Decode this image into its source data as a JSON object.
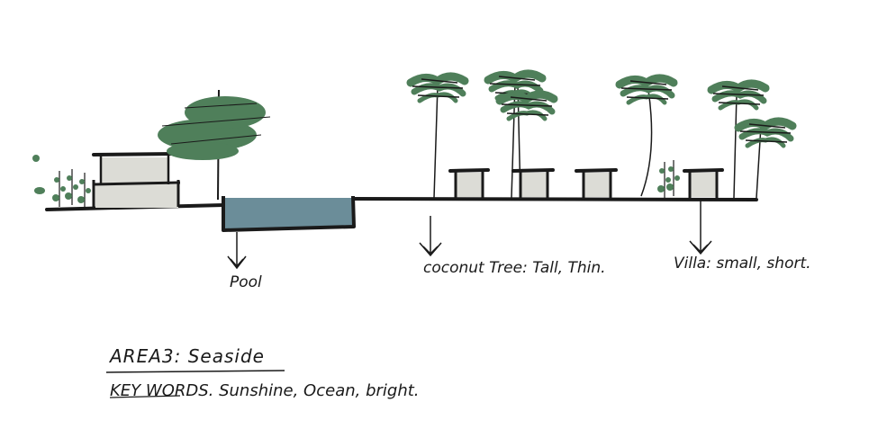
{
  "labels": {
    "pool": "Pool",
    "tree": "coconut Tree: Tall, Thin.",
    "villa": "Villa: small, short."
  },
  "legend": {
    "area": "AREA3: Seaside",
    "keywords": "KEY WORDS. Sunshine, Ocean, bright."
  },
  "colors": {
    "ink": "#1a1a1a",
    "foliage": "#4f7f5a",
    "water": "#6b8d99",
    "wall": "#dcdcd6"
  }
}
